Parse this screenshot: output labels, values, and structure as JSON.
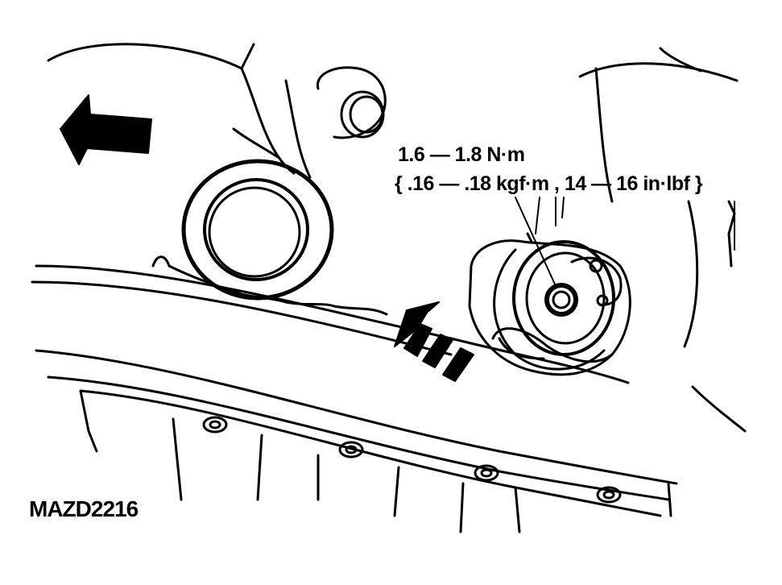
{
  "torque_spec": {
    "line1": "1.6 — 1.8 N·m",
    "line2": "{ .16 — .18 kgf·m , 14 — 16 in·lbf }"
  },
  "figure_code": "MAZD2216",
  "colors": {
    "ink": "#000000",
    "paper": "#ffffff"
  }
}
